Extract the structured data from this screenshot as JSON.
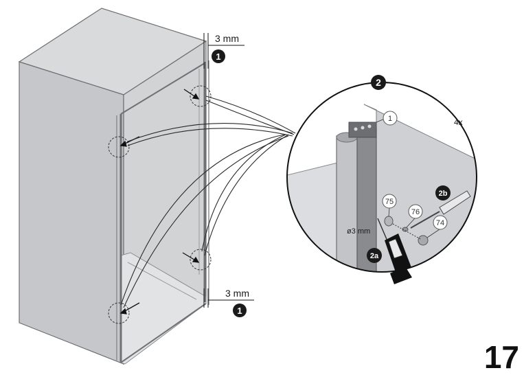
{
  "measurements": {
    "top_gap": "3 mm",
    "bottom_gap": "3 mm",
    "hole_diameter": "ø3 mm"
  },
  "steps": {
    "step1_top": "1",
    "step1_bottom": "1",
    "step2": "2",
    "step2a": "2a",
    "step2b": "2b"
  },
  "detail": {
    "quantity": "4x"
  },
  "parts": {
    "part_1": "1",
    "part_75": "75",
    "part_76": "76",
    "part_74": "74"
  },
  "page_number": "17",
  "colors": {
    "enclosure_fill": "#d2d3d5",
    "enclosure_shade": "#bfc0c3",
    "stroke": "#6e6f72",
    "badge": "#1a1a1a",
    "detail_bg": "#c9cacd"
  }
}
